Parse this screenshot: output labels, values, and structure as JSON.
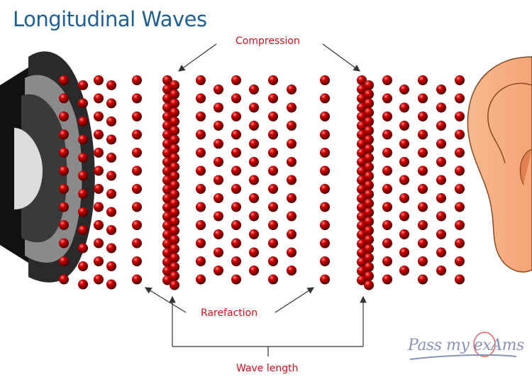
{
  "title": "Longitudinal Waves",
  "labels": {
    "compression": "Compression",
    "rarefaction": "Rarefaction",
    "wavelength": "Wave length"
  },
  "logo": "Pass my exAms",
  "colors": {
    "title": "#1d5f96",
    "label": "#d0101a",
    "particle": "#c00000"
  }
}
